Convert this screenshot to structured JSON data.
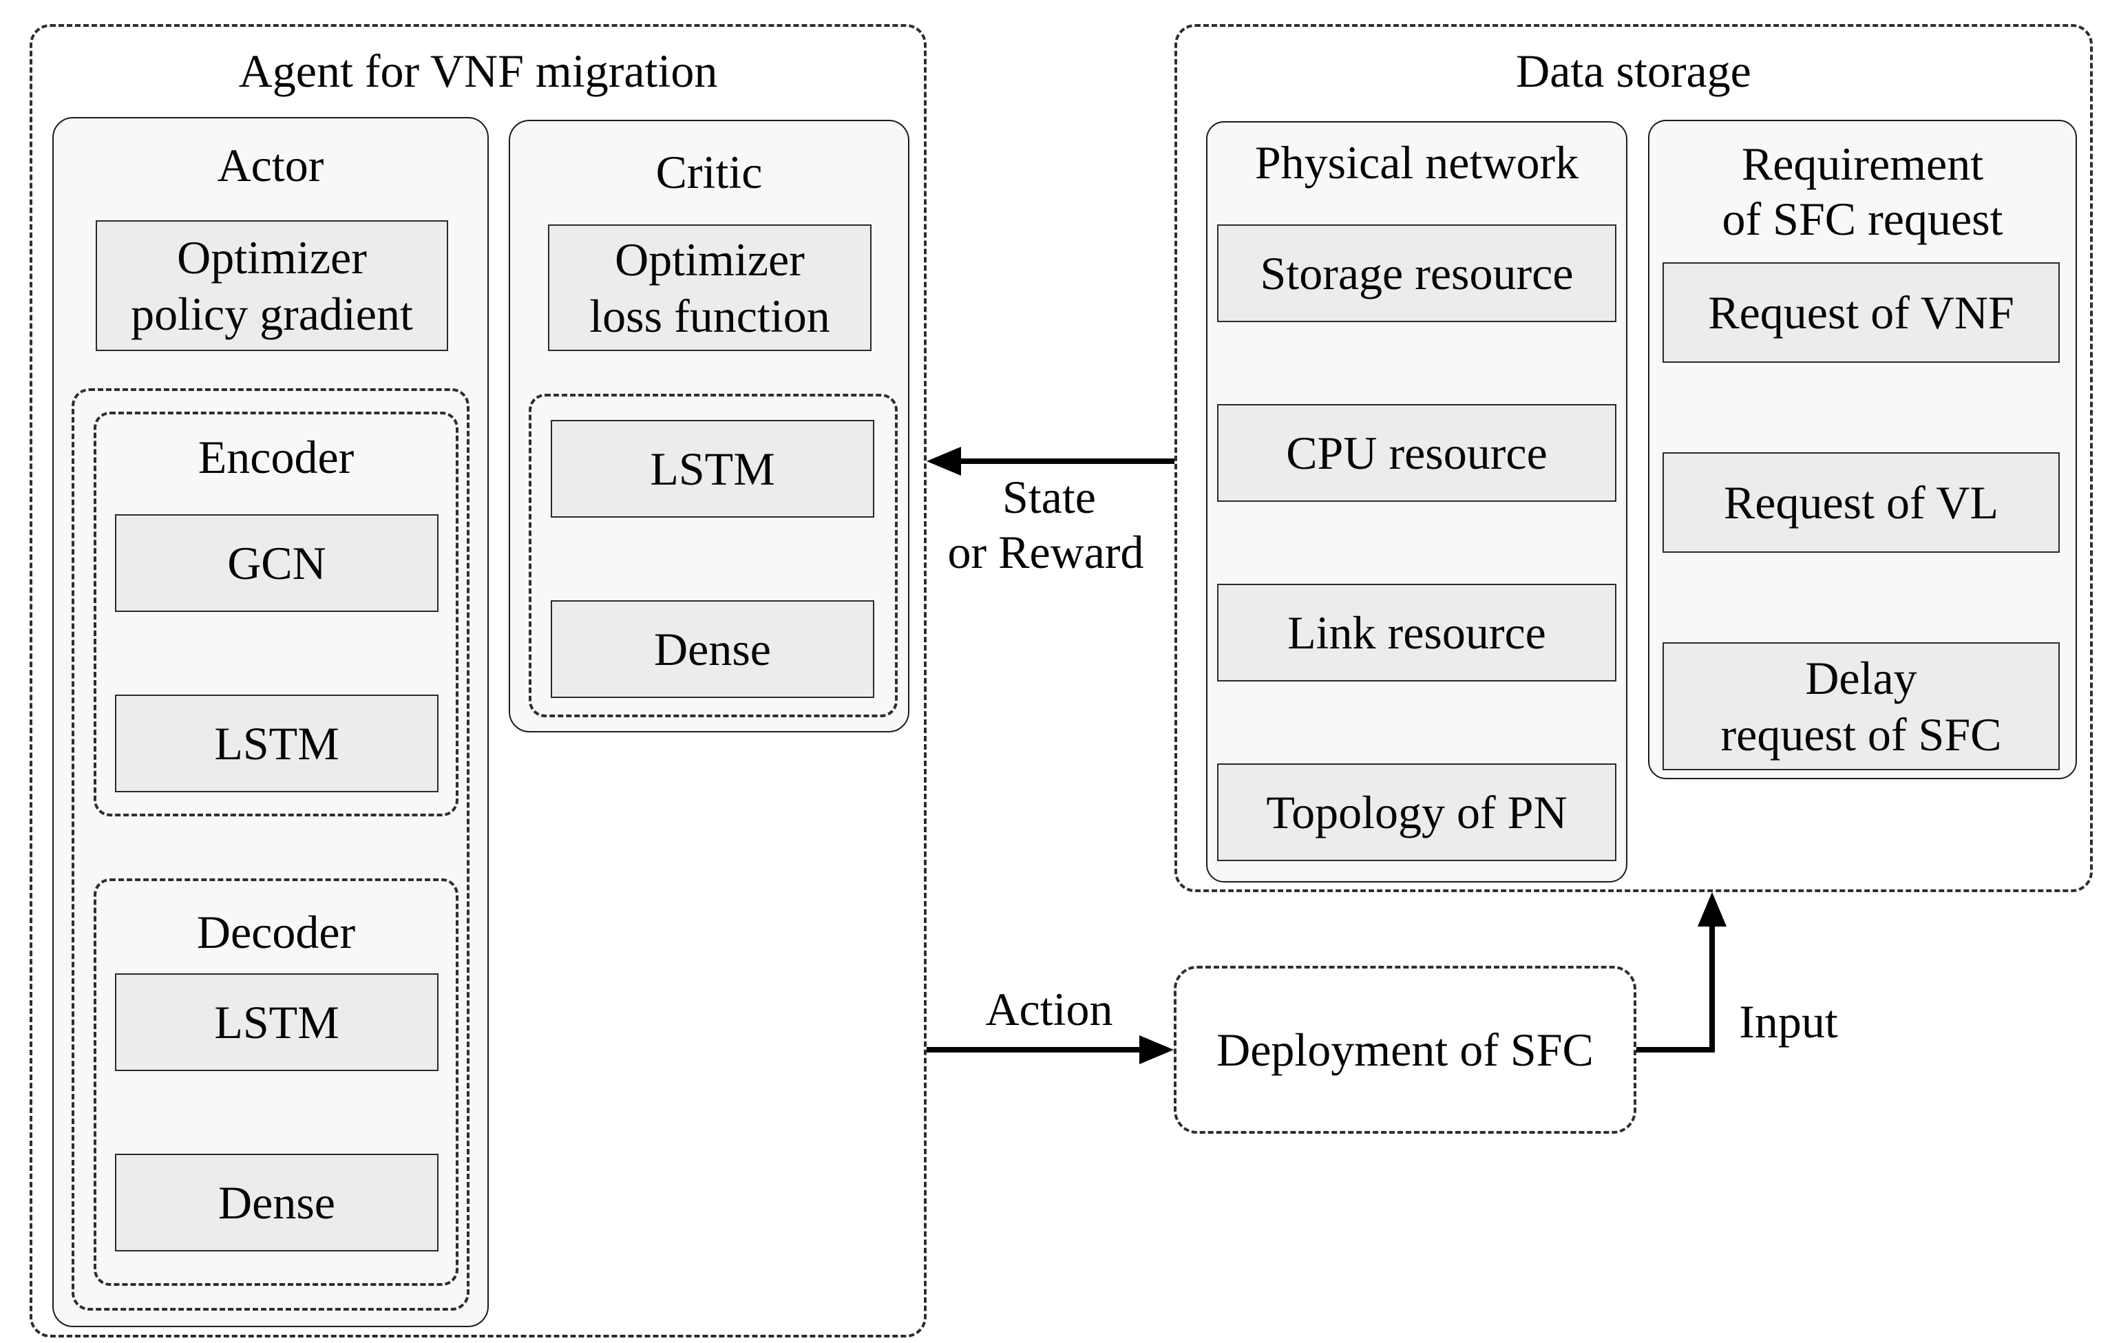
{
  "agent": {
    "title": "Agent for VNF migration",
    "actor": {
      "title": "Actor",
      "optimizer": {
        "line1": "Optimizer",
        "line2": "policy gradient"
      },
      "encoder": {
        "title": "Encoder",
        "layer1": "GCN",
        "layer2": "LSTM"
      },
      "decoder": {
        "title": "Decoder",
        "layer1": "LSTM",
        "layer2": "Dense"
      }
    },
    "critic": {
      "title": "Critic",
      "optimizer": {
        "line1": "Optimizer",
        "line2": "loss function"
      },
      "layer1": "LSTM",
      "layer2": "Dense"
    }
  },
  "data_storage": {
    "title": "Data storage",
    "physical_network": {
      "title": "Physical network",
      "items": [
        "Storage resource",
        "CPU resource",
        "Link resource",
        "Topology of PN"
      ]
    },
    "requirement": {
      "title_line1": "Requirement",
      "title_line2": "of SFC request",
      "request_vnf": "Request of VNF",
      "request_vl": "Request of VL",
      "delay_line1": "Delay",
      "delay_line2": "request of SFC"
    }
  },
  "deployment": {
    "label": "Deployment of SFC"
  },
  "arrows": {
    "state_reward": {
      "line1": "State",
      "line2": "or Reward"
    },
    "action": "Action",
    "input": "Input"
  },
  "colors": {
    "background": "#ffffff",
    "panel_fill": "#f8f8f8",
    "box_fill": "#ececec",
    "dashed_border": "#2e2e2e",
    "solid_border": "#1c1c1c",
    "arrow": "#000000",
    "text": "#050505"
  }
}
